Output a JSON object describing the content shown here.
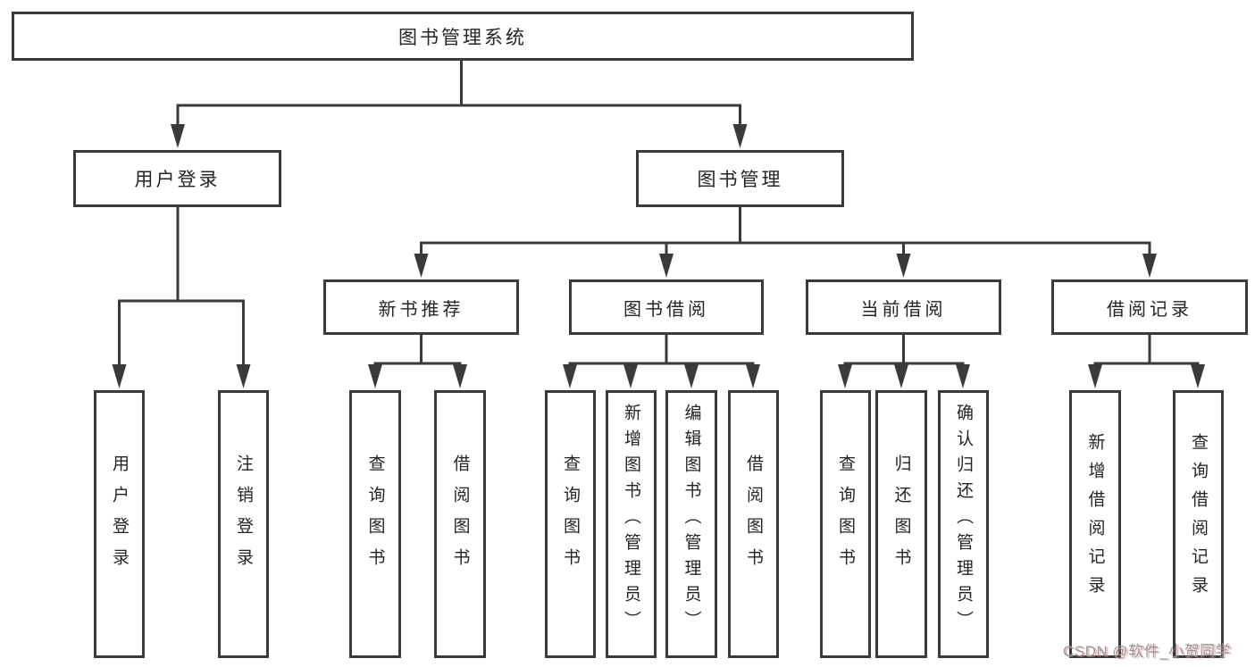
{
  "diagram": {
    "root": {
      "label": "图书管理系统",
      "children": [
        {
          "label": "用户登录",
          "children": [
            {
              "label": "用户登录"
            },
            {
              "label": "注销登录"
            }
          ]
        },
        {
          "label": "图书管理",
          "children": [
            {
              "label": "新书推荐",
              "children": [
                {
                  "label": "查询图书"
                },
                {
                  "label": "借阅图书"
                }
              ]
            },
            {
              "label": "图书借阅",
              "children": [
                {
                  "label": "查询图书"
                },
                {
                  "label": "新增图书（管理员）"
                },
                {
                  "label": "编辑图书（管理员）"
                },
                {
                  "label": "借阅图书"
                }
              ]
            },
            {
              "label": "当前借阅",
              "children": [
                {
                  "label": "查询图书"
                },
                {
                  "label": "归还图书"
                },
                {
                  "label": "确认归还（管理员）"
                }
              ]
            },
            {
              "label": "借阅记录",
              "children": [
                {
                  "label": "新增借阅记录"
                },
                {
                  "label": "查询借阅记录"
                }
              ]
            }
          ]
        }
      ]
    }
  },
  "watermark": {
    "text": "CSDN @软件_小贺同学"
  },
  "colors": {
    "line": "#3a3a3a",
    "text": "#242424",
    "background": "#ffffff",
    "watermark": "#9b9b9b",
    "watermark_shadow": "#d97878"
  }
}
